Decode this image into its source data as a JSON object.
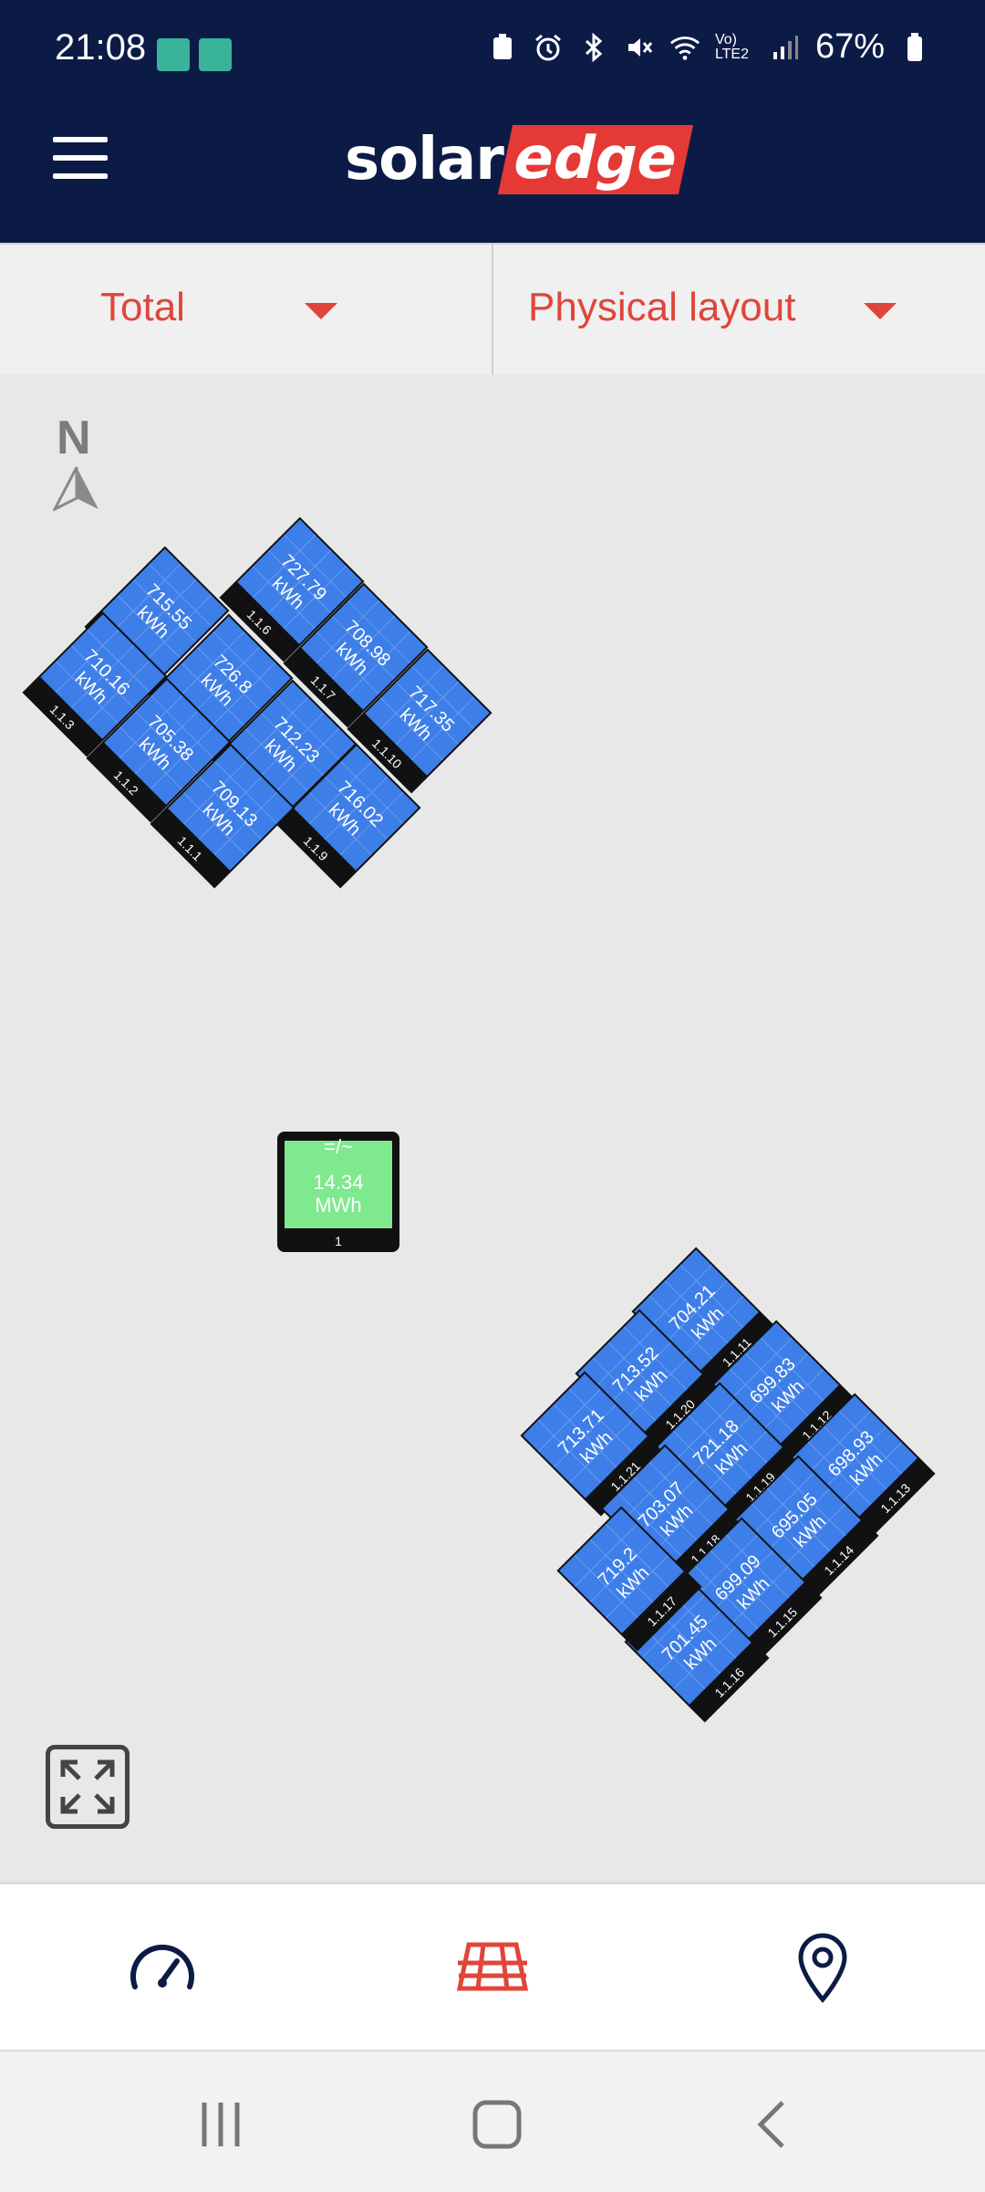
{
  "status_bar": {
    "time": "21:08",
    "battery": "67%",
    "network": "Vo) LTE2",
    "icons": [
      "notification-app-icon",
      "notification-app-icon",
      "battery-saver-icon",
      "alarm-icon",
      "bluetooth-icon",
      "mute-icon",
      "wifi-icon",
      "signal-icon",
      "battery-icon"
    ]
  },
  "app_bar": {
    "logo_solar": "solar",
    "logo_edge": "edge",
    "menu_icon": "hamburger-menu-icon"
  },
  "selectors": {
    "period": {
      "label": "Total",
      "icon": "dropdown-caret-icon"
    },
    "view": {
      "label": "Physical layout",
      "icon": "dropdown-caret-icon"
    }
  },
  "layout": {
    "compass_label": "N",
    "inverter": {
      "value": "14.34",
      "unit": "MWh",
      "id": "1"
    },
    "array_a": [
      {
        "id": "1.1.4",
        "value": "715.55",
        "unit": "kWh"
      },
      {
        "id": "1.1.5",
        "value": "726.8",
        "unit": "kWh"
      },
      {
        "id": "1.1.8",
        "value": "712.23",
        "unit": "kWh"
      },
      {
        "id": "1.1.9",
        "value": "716.02",
        "unit": "kWh"
      },
      {
        "id": "1.1.3",
        "value": "710.16",
        "unit": "kWh"
      },
      {
        "id": "1.1.2",
        "value": "705.38",
        "unit": "kWh"
      },
      {
        "id": "1.1.1",
        "value": "709.13",
        "unit": "kWh"
      },
      {
        "id": "1.1.6",
        "value": "727.79",
        "unit": "kWh"
      },
      {
        "id": "1.1.7",
        "value": "708.98",
        "unit": "kWh"
      },
      {
        "id": "1.1.10",
        "value": "717.35",
        "unit": "kWh"
      }
    ],
    "array_b": [
      {
        "id": "1.1.11",
        "value": "704.21",
        "unit": "kWh"
      },
      {
        "id": "1.1.20",
        "value": "713.52",
        "unit": "kWh"
      },
      {
        "id": "1.1.21",
        "value": "713.71",
        "unit": "kWh"
      },
      {
        "id": "1.1.12",
        "value": "699.83",
        "unit": "kWh"
      },
      {
        "id": "1.1.19",
        "value": "721.18",
        "unit": "kWh"
      },
      {
        "id": "1.1.18",
        "value": "703.07",
        "unit": "kWh"
      },
      {
        "id": "1.1.13",
        "value": "698.93",
        "unit": "kWh"
      },
      {
        "id": "1.1.14",
        "value": "695.05",
        "unit": "kWh"
      },
      {
        "id": "1.1.15",
        "value": "699.09",
        "unit": "kWh"
      },
      {
        "id": "1.1.16",
        "value": "701.45",
        "unit": "kWh"
      },
      {
        "id": "1.1.17",
        "value": "719.2",
        "unit": "kWh"
      }
    ]
  },
  "bottom_nav": {
    "dashboard_icon": "dashboard-gauge-icon",
    "layout_icon": "solar-panel-grid-icon",
    "location_icon": "location-pin-icon"
  },
  "colors": {
    "header": "#0c1b46",
    "accent": "#e0453a",
    "panel": "#3d7ee8",
    "inverter": "#7ee98e"
  }
}
